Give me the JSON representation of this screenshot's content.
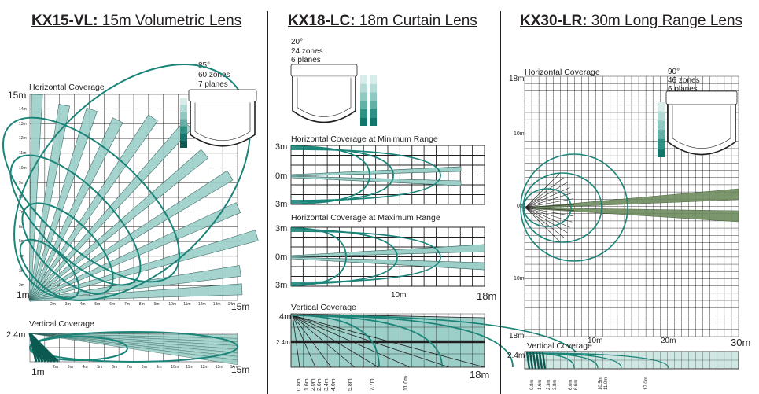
{
  "panels": {
    "kx15": {
      "code": "KX15-VL:",
      "desc": " 15m Volumetric Lens",
      "angle": "85°",
      "zones": "60 zones",
      "planes": "7 planes",
      "horizontal_label": "Horizontal Coverage",
      "vertical_label": "Vertical Coverage",
      "y_top": "15m",
      "y_bottom": "1m",
      "x_end": "15m",
      "y_ticks": [
        "14m",
        "13m",
        "12m",
        "11m",
        "10m",
        "9m",
        "8m",
        "7m",
        "6m",
        "5m",
        "4m",
        "3m",
        "2m"
      ],
      "x_ticks": [
        "2m",
        "3m",
        "4m",
        "5m",
        "6m",
        "7m",
        "8m",
        "9m",
        "10m",
        "11m",
        "12m",
        "13m",
        "14m"
      ],
      "v_height": "2.4m",
      "v_x_start": "1m",
      "v_x_end": "15m",
      "v_ticks": [
        "2m",
        "3m",
        "4m",
        "5m",
        "6m",
        "7m",
        "8m",
        "9m",
        "10m",
        "11m",
        "12m",
        "13m",
        "14m"
      ]
    },
    "kx18": {
      "code": "KX18-LC:",
      "desc": " 18m Curtain Lens",
      "angle": "20°",
      "zones": "24 zones",
      "planes": "6 planes",
      "min_label": "Horizontal Coverage at Minimum Range",
      "max_label": "Horizontal Coverage at Maximum Range",
      "vertical_label": "Vertical Coverage",
      "min_top": "3m",
      "min_mid": "0m",
      "min_bot": "3m",
      "max_top": "3m",
      "max_mid": "0m",
      "max_bot": "3m",
      "x_mid": "10m",
      "x_end": "18m",
      "v_top": "4m",
      "v_mid": "2.4m",
      "v_end": "18m",
      "v_ticks": [
        "0.8m",
        "1.6m",
        "2.0m",
        "2.6m",
        "3.4m",
        "4.0m",
        "5.8m",
        "7.7m",
        "11.0m"
      ]
    },
    "kx30": {
      "code": "KX30-LR:",
      "desc": " 30m Long Range Lens",
      "angle": "90°",
      "zones": "46 zones",
      "planes": "6 planes",
      "horizontal_label": "Horizontal Coverage",
      "vertical_label": "Vertical Coverage",
      "y_top": "18m",
      "y_10a": "10m",
      "y_0": "0m",
      "y_10b": "10m",
      "y_bottom": "18m",
      "x_10": "10m",
      "x_20": "20m",
      "x_30": "30m",
      "v_height": "2.4m",
      "v_ticks": [
        "0.8m",
        "1.6m",
        "2.3m",
        "3.8m",
        "6.0m",
        "6.6m",
        "10.5m",
        "11.0m",
        "17.0m"
      ]
    }
  },
  "colors": {
    "teal": "#1b8479",
    "teal_fill": "#9ccfc8",
    "olive": "#6d8a5e",
    "grid": "#231f20"
  }
}
